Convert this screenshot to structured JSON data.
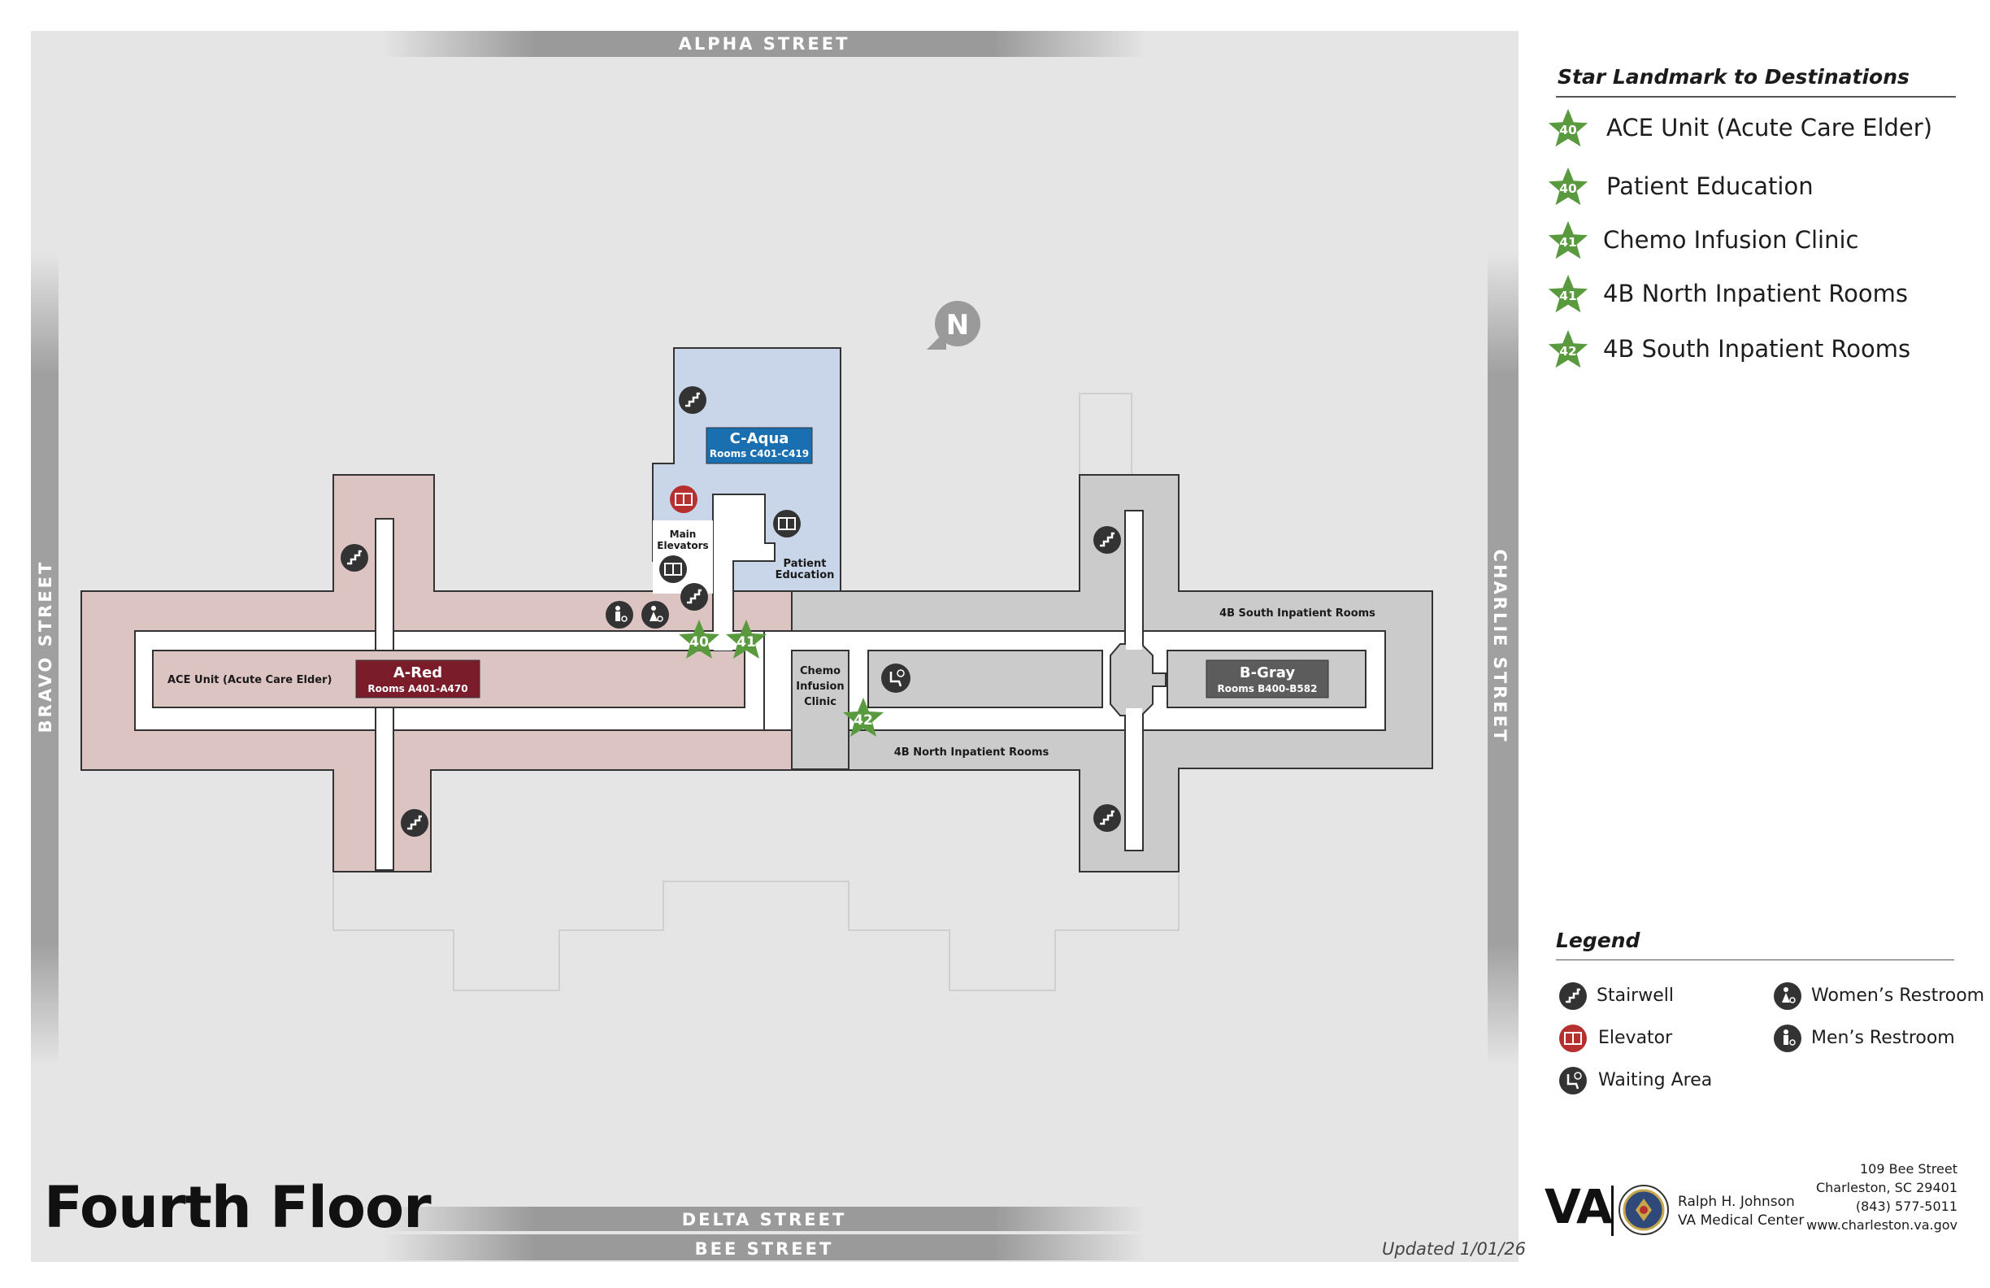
{
  "streets": {
    "north": "ALPHA STREET",
    "west": "BRAVO STREET",
    "east": "CHARLIE STREET",
    "south_1": "DELTA STREET",
    "south_2": "BEE STREET"
  },
  "north_arrow": "N",
  "wings": {
    "a": {
      "name": "A-Red",
      "rooms": "Rooms A401-A470",
      "color": "#7b1c2b"
    },
    "b": {
      "name": "B-Gray",
      "rooms": "Rooms B400-B582",
      "color": "#5c5c5c"
    },
    "c": {
      "name": "C-Aqua",
      "rooms": "Rooms C401-C419",
      "color": "#1a6fb0"
    }
  },
  "map_labels": {
    "ace_unit": "ACE Unit (Acute Care Elder)",
    "main_elevators_1": "Main",
    "main_elevators_2": "Elevators",
    "patient_education_1": "Patient",
    "patient_education_2": "Education",
    "chemo_1": "Chemo",
    "chemo_2": "Infusion",
    "chemo_3": "Clinic",
    "south_inpatient": "4B South Inpatient Rooms",
    "north_inpatient": "4B North Inpatient Rooms"
  },
  "map_stars": [
    "40",
    "41",
    "42"
  ],
  "destinations_title": "Star Landmark to Destinations",
  "destinations": [
    {
      "star": "40",
      "label": "ACE Unit (Acute Care Elder)"
    },
    {
      "star": "40",
      "label": "Patient Education"
    },
    {
      "star": "41",
      "label": "Chemo Infusion Clinic"
    },
    {
      "star": "41",
      "label": "4B North Inpatient Rooms"
    },
    {
      "star": "42",
      "label": "4B South Inpatient Rooms"
    }
  ],
  "legend_title": "Legend",
  "legend": {
    "stairwell": "Stairwell",
    "elevator": "Elevator",
    "waiting": "Waiting Area",
    "womens": "Women’s Restroom",
    "mens": "Men’s Restroom"
  },
  "colors": {
    "star": "#5a9a3f",
    "wing_a_fill": "#dcc4c2",
    "wing_b_fill": "#cbcbcb",
    "wing_c_fill": "#c9d6ea",
    "icon_dark": "#333333",
    "icon_elevator": "#b5302e"
  },
  "floor_title": "Fourth Floor",
  "updated": "Updated 1/01/26",
  "va": {
    "logo": "VA",
    "name_1": "Ralph H. Johnson",
    "name_2": "VA Medical Center",
    "address_1": "109 Bee Street",
    "address_2": "Charleston, SC 29401",
    "phone": "(843) 577-5011",
    "web": "www.charleston.va.gov"
  }
}
